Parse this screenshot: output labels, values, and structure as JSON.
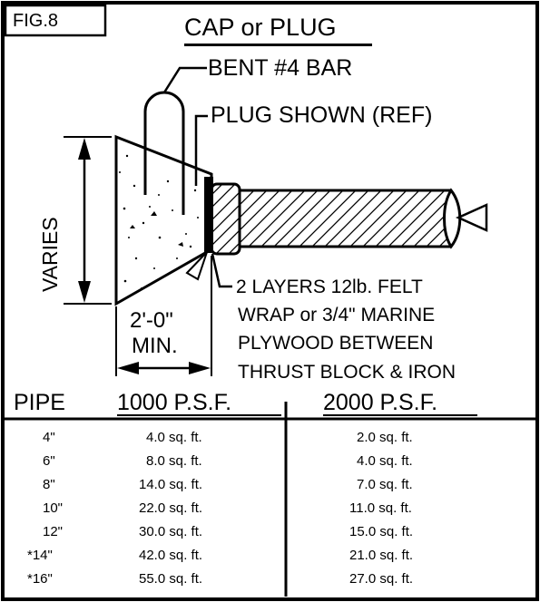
{
  "figure": {
    "tag": "FIG.8",
    "title": "CAP or PLUG",
    "labels": {
      "bent_bar": "BENT #4 BAR",
      "plug": "PLUG SHOWN (REF)",
      "varies": "VARIES",
      "dim_value": "2'-0\"",
      "dim_min": "MIN.",
      "felt_line1": "2 LAYERS 12lb. FELT",
      "felt_line2": "WRAP or 3/4\" MARINE",
      "felt_line3": "PLYWOOD BETWEEN",
      "felt_line4": "THRUST BLOCK & IRON"
    }
  },
  "table": {
    "headers": [
      "PIPE",
      "1000 P.S.F.",
      "2000 P.S.F."
    ],
    "rows": [
      [
        "4\"",
        "4.0 sq. ft.",
        "2.0 sq. ft."
      ],
      [
        "6\"",
        "8.0 sq. ft.",
        "4.0 sq. ft."
      ],
      [
        "8\"",
        "14.0 sq. ft.",
        "7.0 sq. ft."
      ],
      [
        "10\"",
        "22.0 sq. ft.",
        "11.0 sq. ft."
      ],
      [
        "12\"",
        "30.0 sq. ft.",
        "15.0 sq. ft."
      ],
      [
        "*14\"",
        "42.0 sq. ft.",
        "21.0 sq. ft."
      ],
      [
        "*16\"",
        "55.0 sq. ft.",
        "27.0 sq. ft."
      ]
    ]
  }
}
